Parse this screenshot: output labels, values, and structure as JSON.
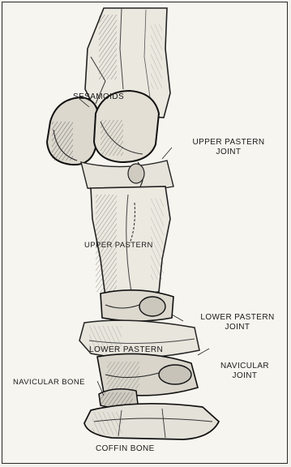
{
  "labels": {
    "sesamoids": "SESAMOIDS",
    "upper_pastern_joint_1": "UPPER PASTERN",
    "upper_pastern_joint_2": "JOINT",
    "upper_pastern": "UPPER PASTERN",
    "lower_pastern_joint_1": "LOWER PASTERN",
    "lower_pastern_joint_2": "JOINT",
    "lower_pastern": "LOWER PASTERN",
    "navicular_bone": "NAVICULAR BONE",
    "navicular_joint_1": "NAVICULAR",
    "navicular_joint_2": "JOINT",
    "coffin_bone": "COFFIN BONE"
  },
  "colors": {
    "ink": "#1a1a1a",
    "paper": "#f7f5ef",
    "bone": "#e9e6dd",
    "shade": "#4a4a4a"
  }
}
